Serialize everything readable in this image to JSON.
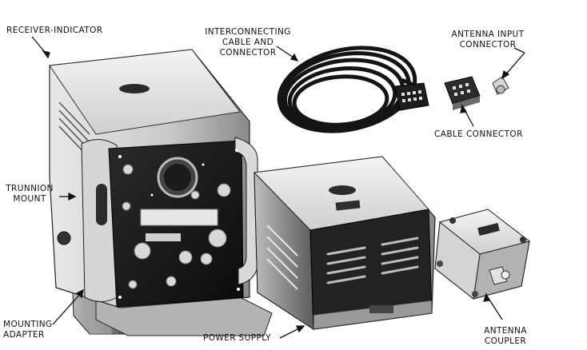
{
  "labels": {
    "receiver_indicator": "RECEIVER-INDICATOR",
    "interconnecting_cable": [
      "INTERCONNECTING",
      "CABLE AND",
      "CONNECTOR"
    ],
    "antenna_input_connector": [
      "ANTENNA INPUT",
      "CONNECTOR"
    ],
    "cable_connector": "CABLE CONNECTOR",
    "trunnion_mount": [
      "TRUNNION",
      "MOUNT"
    ],
    "mounting_adapter": [
      "MOUNTING",
      "ADAPTER"
    ],
    "power_supply": "POWER SUPPLY",
    "antenna_coupler": [
      "ANTENNA",
      "COUPLER"
    ]
  }
}
